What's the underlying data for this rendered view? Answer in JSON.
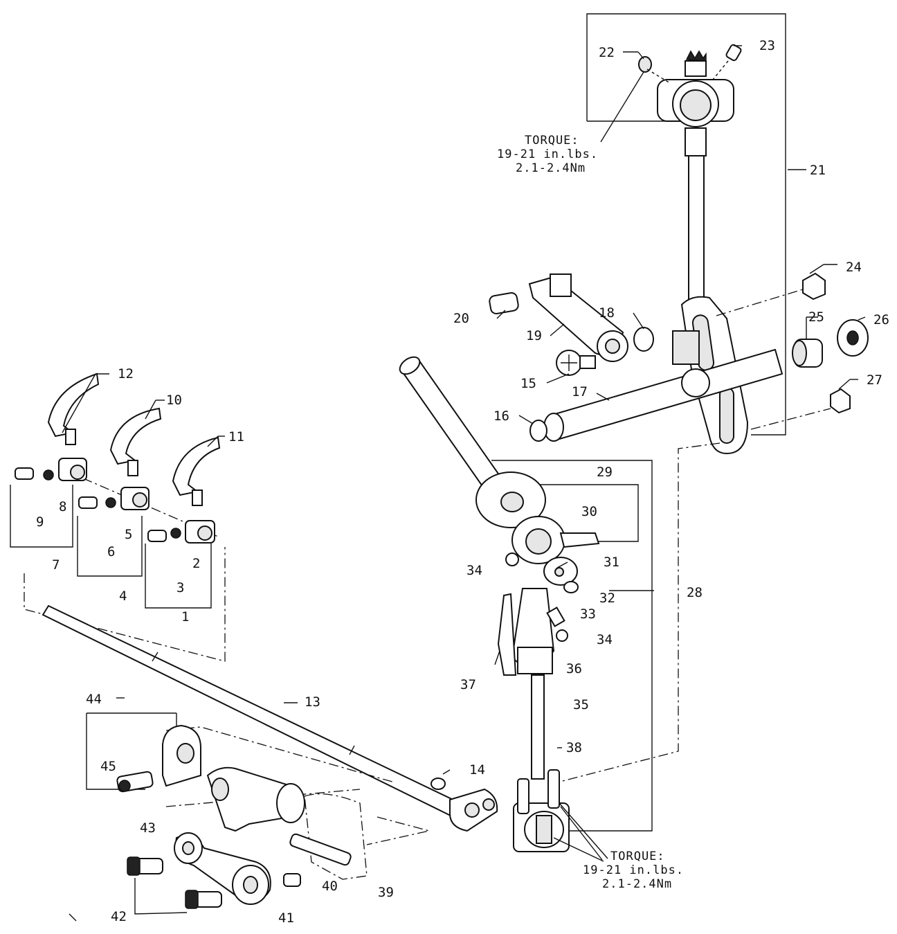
{
  "callouts": {
    "c1": "1",
    "c2": "2",
    "c3": "3",
    "c4": "4",
    "c5": "5",
    "c6": "6",
    "c7": "7",
    "c8": "8",
    "c9": "9",
    "c10": "10",
    "c11": "11",
    "c12": "12",
    "c13": "13",
    "c14": "14",
    "c15": "15",
    "c16": "16",
    "c17": "17",
    "c18": "18",
    "c19": "19",
    "c20": "20",
    "c21": "21",
    "c22": "22",
    "c23": "23",
    "c24": "24",
    "c25": "25",
    "c26": "26",
    "c27": "27",
    "c28": "28",
    "c29": "29",
    "c30": "30",
    "c31": "31",
    "c32": "32",
    "c33": "33",
    "c34a": "34",
    "c34b": "34",
    "c35": "35",
    "c36": "36",
    "c37": "37",
    "c38": "38",
    "c39": "39",
    "c40": "40",
    "c41": "41",
    "c42": "42",
    "c43": "43",
    "c44": "44",
    "c45": "45"
  },
  "torque_top": {
    "line1": "TORQUE:",
    "line2": "19-21 in.lbs.",
    "line3": "2.1-2.4Nm"
  },
  "torque_bottom": {
    "line1": "TORQUE:",
    "line2": "19-21 in.lbs.",
    "line3": "2.1-2.4Nm"
  }
}
